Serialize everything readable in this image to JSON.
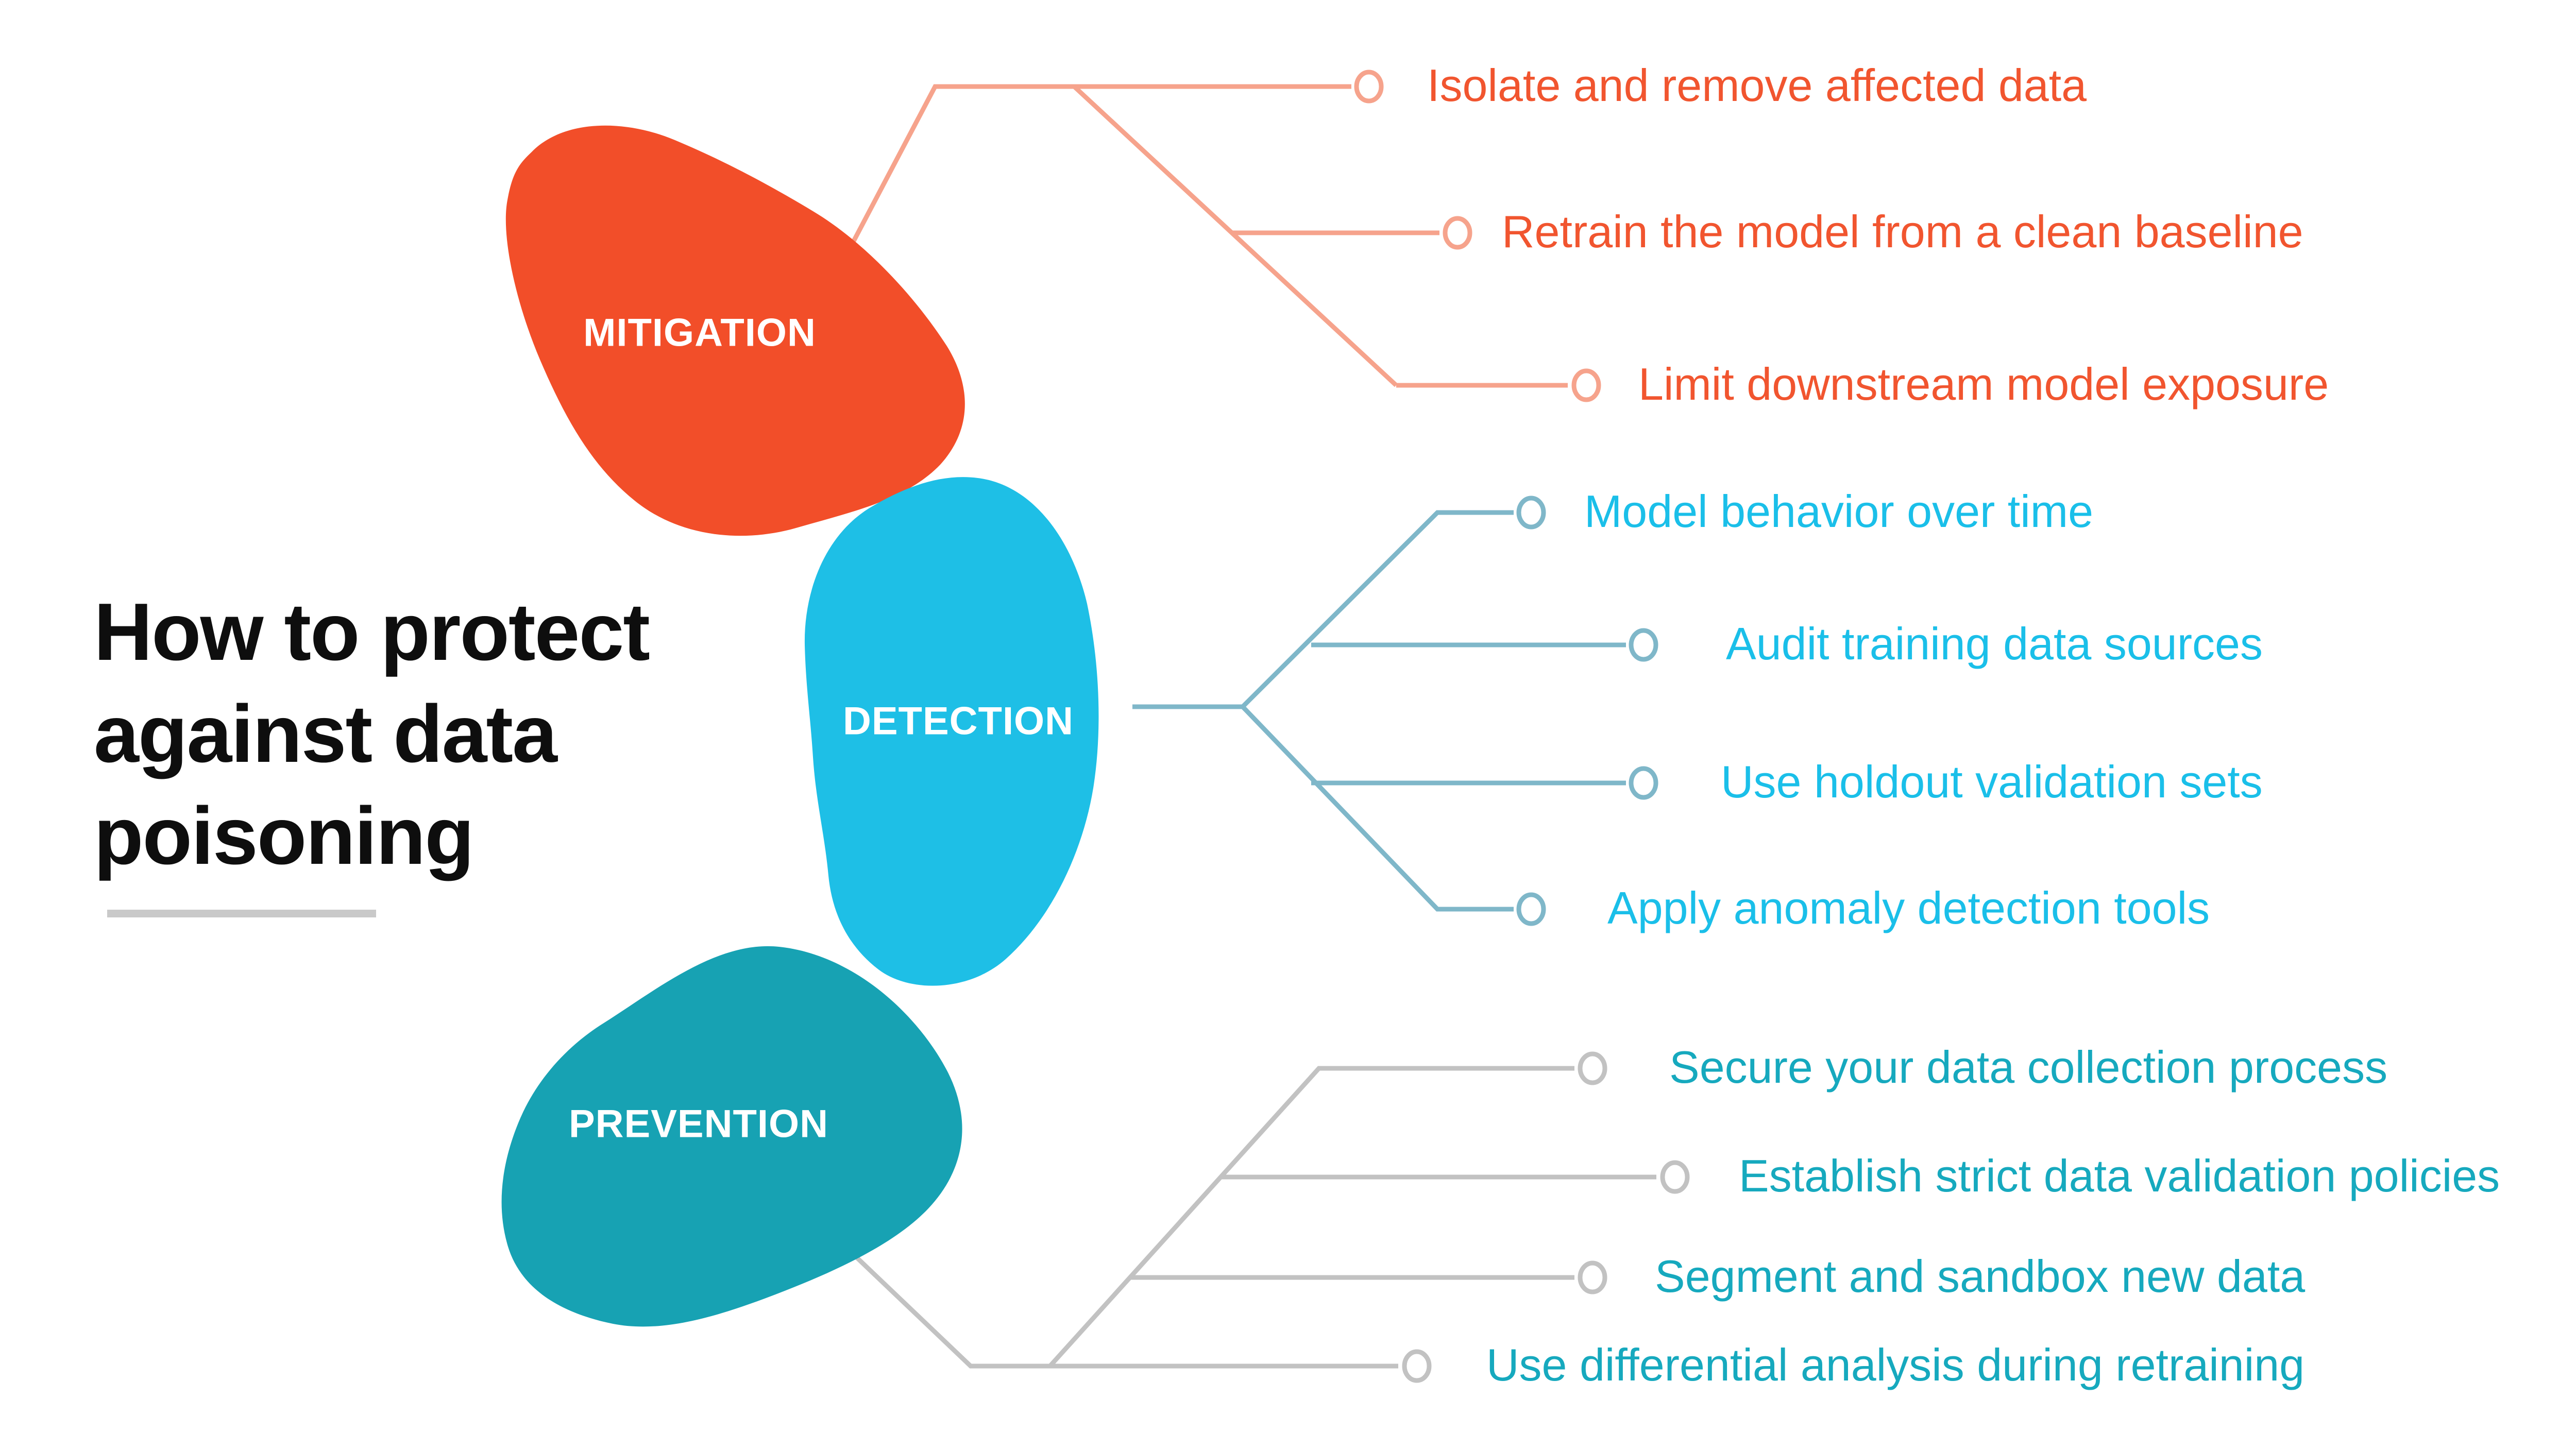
{
  "title": {
    "text": "How to protect against data poisoning",
    "lines": [
      "How to protect",
      "against data",
      "poisoning"
    ]
  },
  "colors": {
    "background": "#FFFFFF",
    "title_text": "#0E0E0E",
    "title_rule": "#C9C9C9",
    "mitigation_blob": "#F24E29",
    "mitigation_item_text": "#F1552F",
    "mitigation_connector": "#F6A38C",
    "detection_blob": "#1EBFE6",
    "detection_item_text": "#1ABFE9",
    "detection_connector": "#7FB7C9",
    "prevention_blob": "#17A2B3",
    "prevention_item_text": "#16A9BE",
    "prevention_connector": "#C2C2C2",
    "bullet_fill": "#FFFFFF"
  },
  "sections": [
    {
      "id": "mitigation",
      "label": "MITIGATION",
      "blob_color": "#F24E29",
      "connector_color": "#F6A38C",
      "item_text_color": "#F1552F",
      "items": [
        "Isolate and remove affected data",
        "Retrain the model from a clean baseline",
        "Limit downstream model exposure"
      ]
    },
    {
      "id": "detection",
      "label": "DETECTION",
      "blob_color": "#1EBFE6",
      "connector_color": "#7FB7C9",
      "item_text_color": "#1ABFE9",
      "items": [
        "Model behavior over time",
        "Audit training data sources",
        "Use holdout validation sets",
        "Apply anomaly detection tools"
      ]
    },
    {
      "id": "prevention",
      "label": "PREVENTION",
      "blob_color": "#17A2B3",
      "connector_color": "#C2C2C2",
      "item_text_color": "#16A9BE",
      "items": [
        "Secure your data collection process",
        "Establish strict data validation policies",
        "Segment and sandbox new data",
        "Use differential analysis during retraining"
      ]
    }
  ]
}
